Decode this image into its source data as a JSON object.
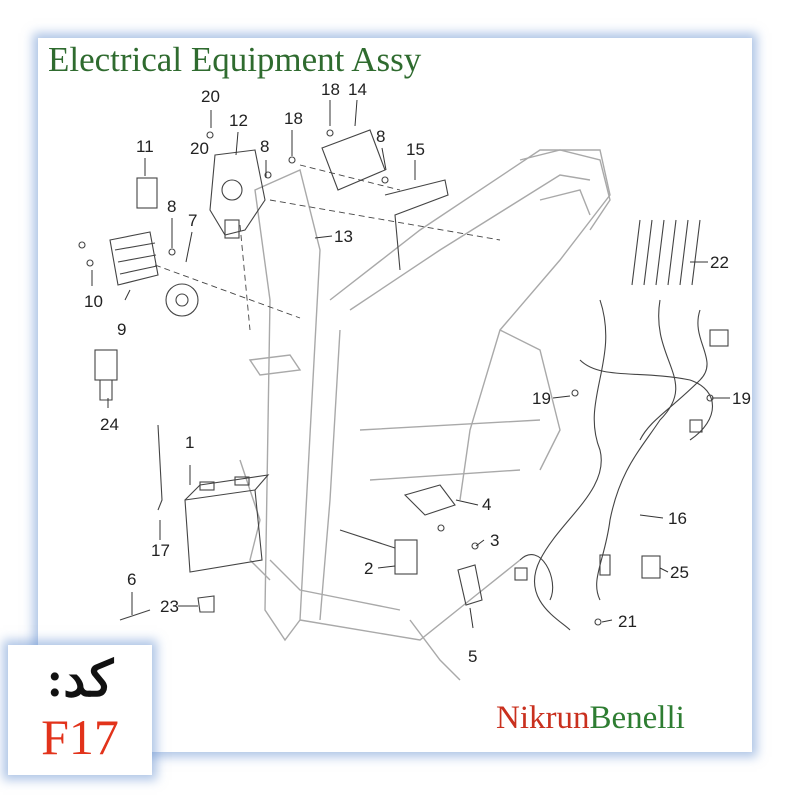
{
  "title": "Electrical Equipment Assy",
  "code": {
    "label": "کد:",
    "value": "F17"
  },
  "brand": {
    "part1": "Nikrun",
    "part2": "Benelli"
  },
  "callouts": [
    "1",
    "2",
    "3",
    "4",
    "5",
    "6",
    "7",
    "8",
    "8",
    "8",
    "9",
    "10",
    "11",
    "12",
    "13",
    "14",
    "15",
    "16",
    "17",
    "18",
    "18",
    "19",
    "19",
    "20",
    "20",
    "21",
    "22",
    "23",
    "24",
    "25"
  ]
}
